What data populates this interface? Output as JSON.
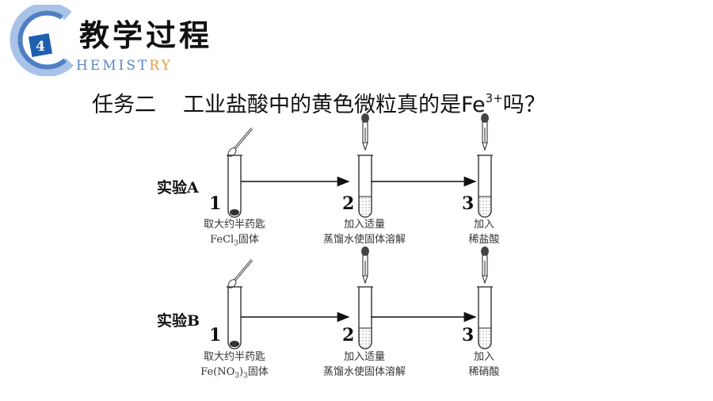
{
  "header": {
    "badge": "4",
    "title": "教学过程",
    "brand_prefix": "HEMIST",
    "brand_accent": "RY"
  },
  "task": {
    "prefix": "任务二",
    "text": "工业盐酸中的黄色微粒真的是Fe",
    "sup": "3+",
    "suffix": "吗？"
  },
  "experiment_a": {
    "name": "实验A",
    "steps": [
      "1",
      "2",
      "3"
    ],
    "step1_line1": "取大约半药匙",
    "step1_line2_pre": "FeCl",
    "step1_line2_sub": "3",
    "step1_line2_post": "固体",
    "step2_line1": "加入适量",
    "step2_line2": "蒸馏水使固体溶解",
    "step3_line1": "加入",
    "step3_line2": "稀盐酸"
  },
  "experiment_b": {
    "name": "实验B",
    "steps": [
      "1",
      "2",
      "3"
    ],
    "step1_line1": "取大约半药匙",
    "step1_line2_pre": "Fe(NO",
    "step1_line2_sub": "3",
    "step1_line2_mid": ")",
    "step1_line2_sub2": "3",
    "step1_line2_post": "固体",
    "step2_line1": "加入适量",
    "step2_line2": "蒸馏水使固体溶解",
    "step3_line1": "加入",
    "step3_line2": "稀硝酸"
  },
  "colors": {
    "brand_blue": "#5a86c8",
    "brand_orange": "#e99a3c",
    "logo_blue": "#4f7fc2",
    "logo_light": "#a9c3e8"
  }
}
